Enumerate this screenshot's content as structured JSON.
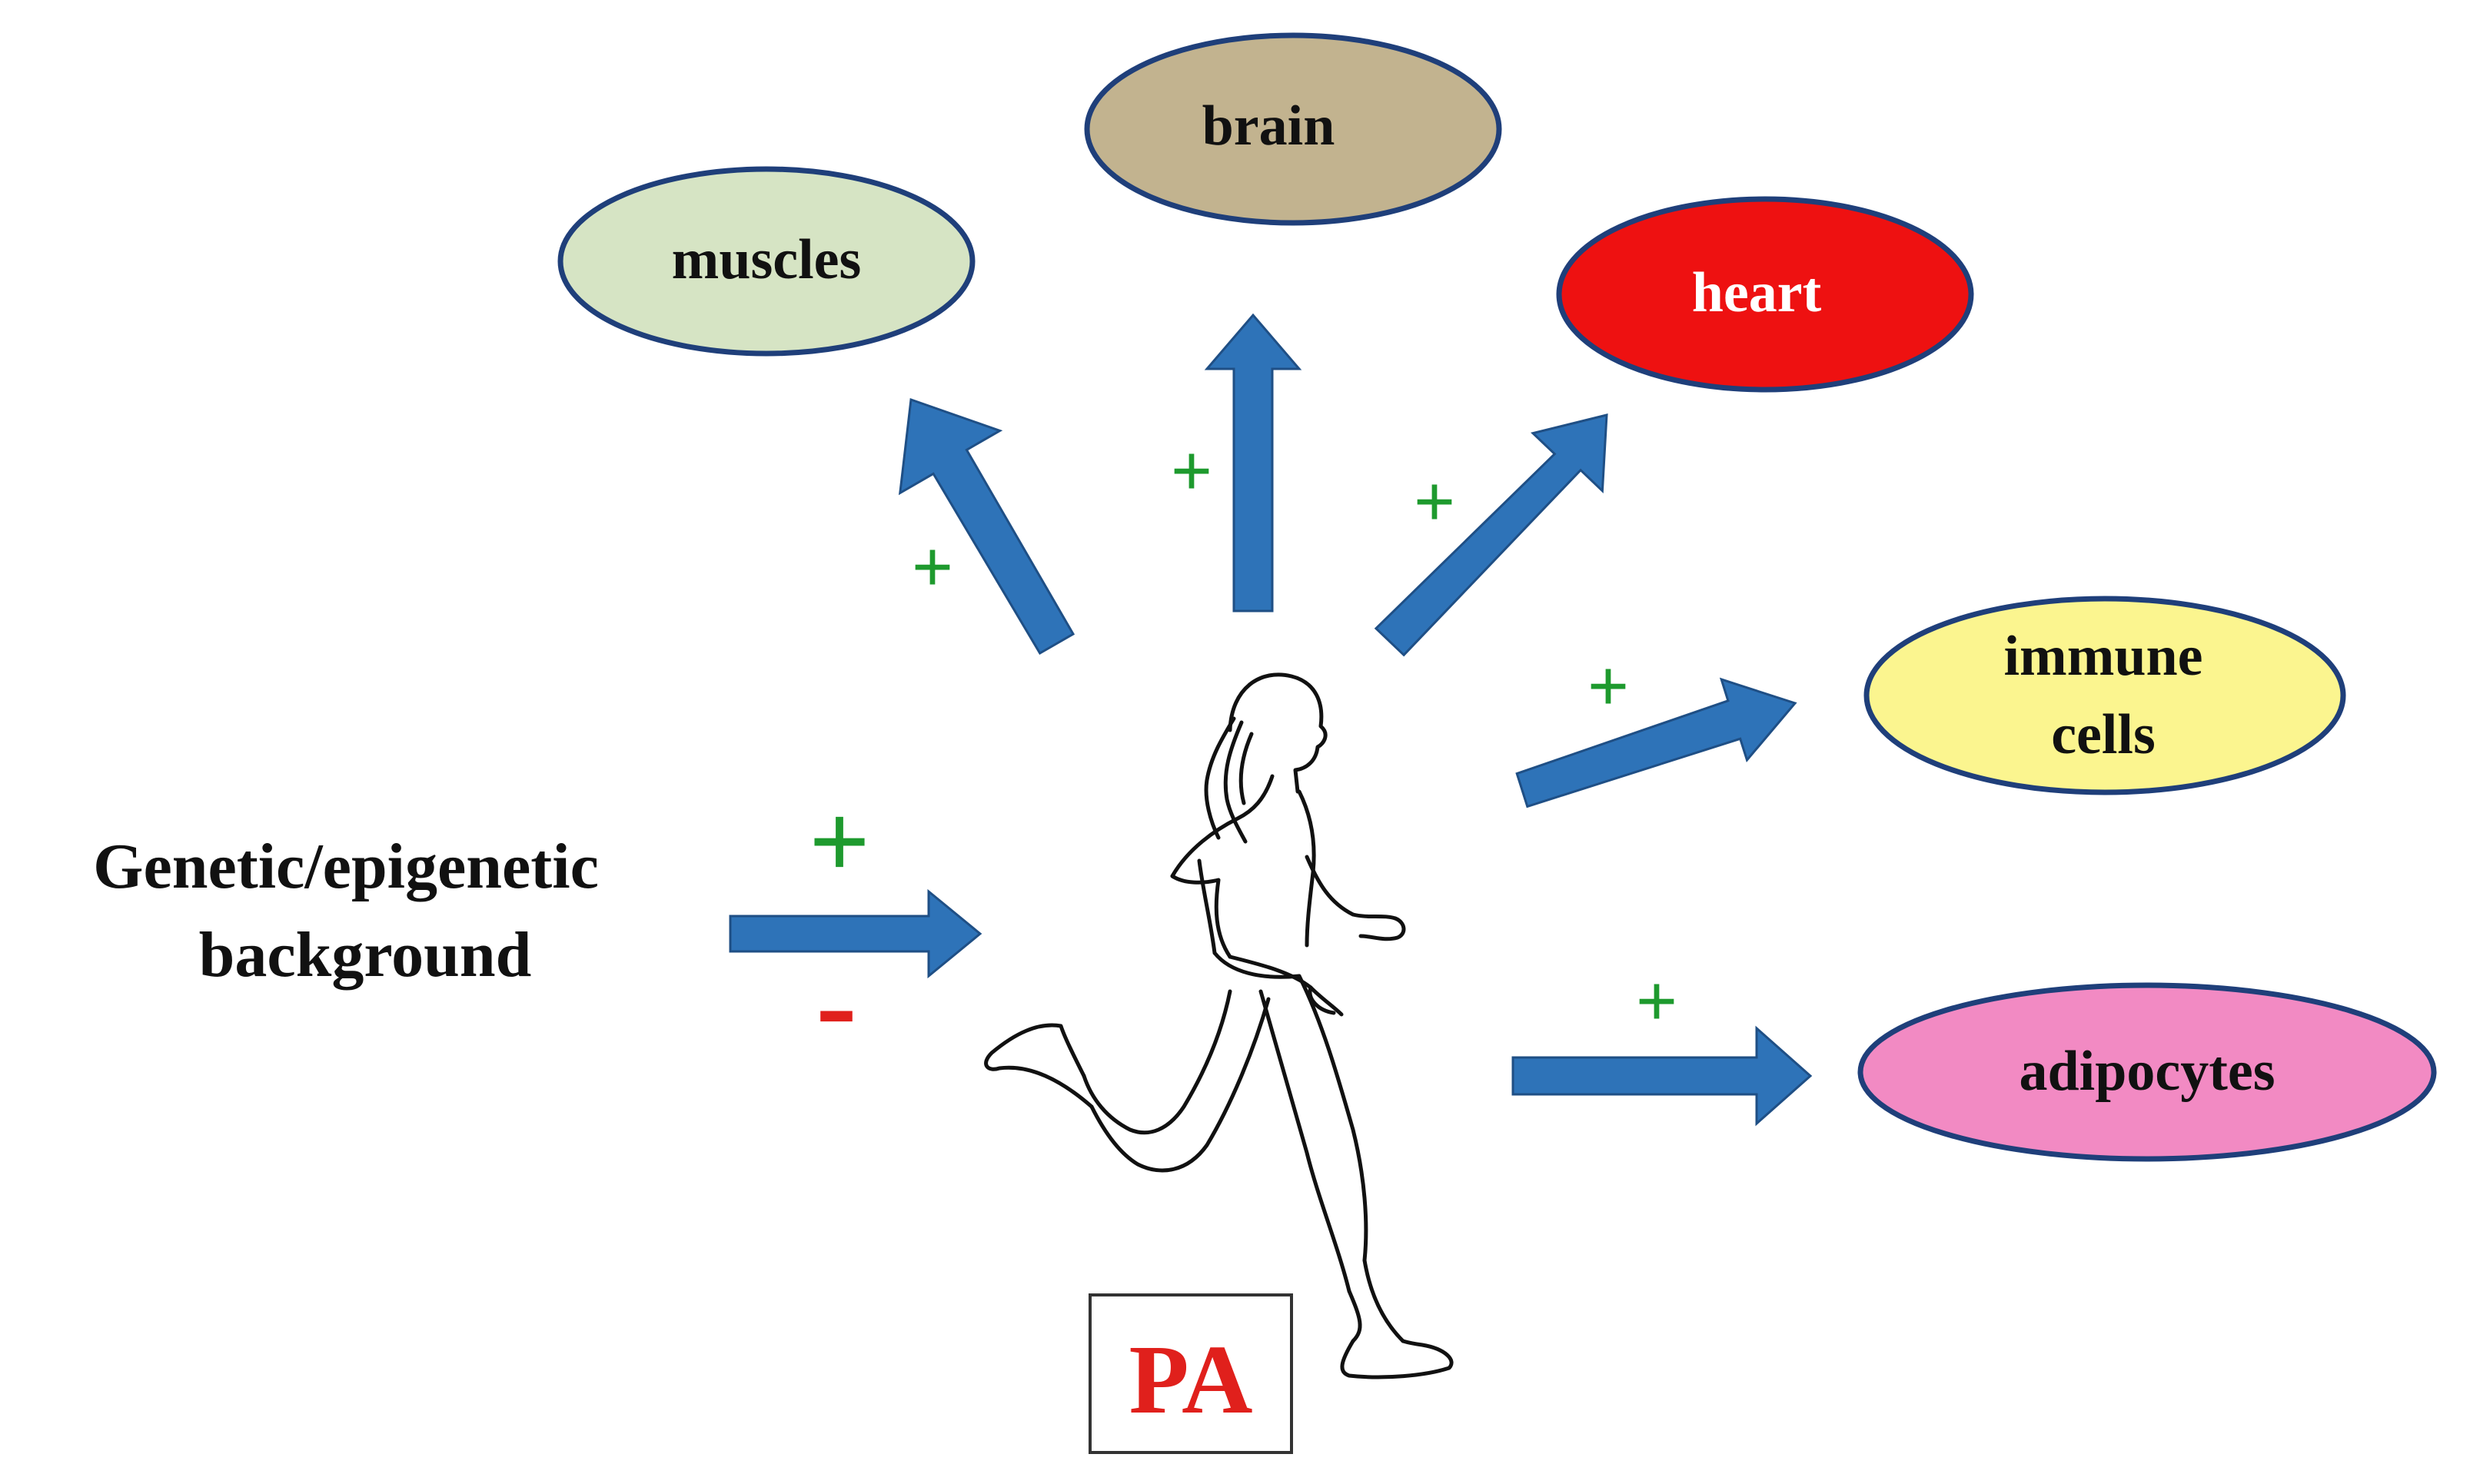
{
  "source_text": {
    "line1": "Genetic/epigenetic",
    "line2": "background"
  },
  "influence_signs": {
    "positive": "+",
    "negative": "-"
  },
  "center_box": {
    "label": "PA"
  },
  "targets": [
    {
      "id": "muscles",
      "label": "muscles",
      "sign": "+"
    },
    {
      "id": "brain",
      "label": "brain",
      "sign": "+"
    },
    {
      "id": "heart",
      "label": "heart",
      "sign": "+"
    },
    {
      "id": "immune",
      "label_line1": "immune",
      "label_line2": "cells",
      "sign": "+"
    },
    {
      "id": "adipocytes",
      "label": "adipocytes",
      "sign": "+"
    }
  ],
  "colors": {
    "arrow_fill": "#2e73b8",
    "arrow_stroke": "#1f4f85",
    "plus": "#1e9a2e",
    "minus": "#e0201c",
    "pa_text": "#e0201c",
    "muscles_fill": "#d6e4c4",
    "brain_fill": "#c2b38f",
    "heart_fill": "#ee1111",
    "immune_fill": "#fbf58f",
    "adipocytes_fill": "#f28ac3",
    "ellipse_stroke": "#1f3f7a"
  }
}
